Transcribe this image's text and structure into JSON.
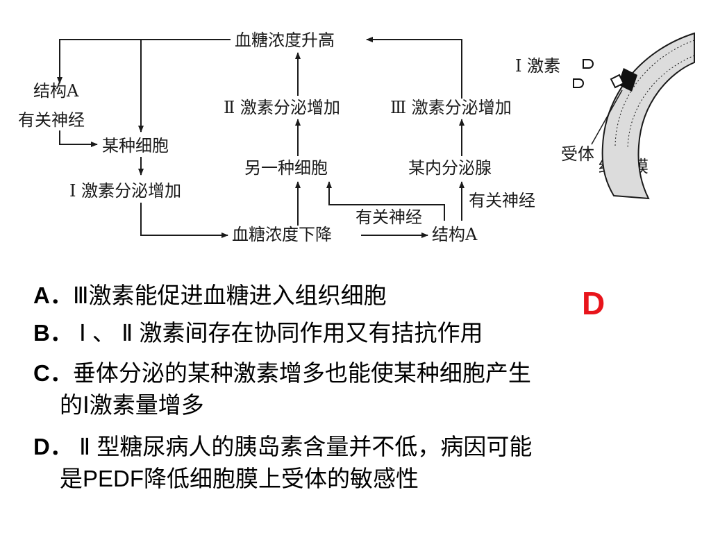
{
  "diagram": {
    "nodes": {
      "glucose_rise": "血糖浓度升高",
      "structureA_top": "结构A",
      "related_nerve_left": "有关神经",
      "some_cell": "某种细胞",
      "hormone1_secretion": "Ⅰ 激素分泌增加",
      "hormone2_secretion": "Ⅱ 激素分泌增加",
      "hormone3_secretion": "Ⅲ 激素分泌增加",
      "another_cell": "另一种细胞",
      "endocrine_gland": "某内分泌腺",
      "related_nerve_right": "有关神经",
      "related_nerve_bottom": "有关神经",
      "glucose_fall": "血糖浓度下降",
      "structureA_bottom": "结构A"
    },
    "membrane": {
      "hormone1_label": "Ⅰ 激素",
      "receptor_label": "受体",
      "membrane_label": "细胞膜"
    }
  },
  "questions": [
    {
      "letter": "A．",
      "lines": [
        "Ⅲ激素能促进血糖进入组织细胞"
      ]
    },
    {
      "letter": "B．",
      "lines": [
        " Ⅰ 、 Ⅱ 激素间存在协同作用又有拮抗作用"
      ]
    },
    {
      "letter": "C．",
      "lines": [
        "垂体分泌的某种激素增多也能使某种细胞产生",
        "的Ⅰ激素量增多"
      ]
    },
    {
      "letter": "D．",
      "lines": [
        " Ⅱ 型糖尿病人的胰岛素含量并不低，病因可能",
        "是PEDF降低细胞膜上受体的敏感性"
      ]
    }
  ],
  "answer": "D",
  "colors": {
    "answer": "#e8141b",
    "line": "#1a1a1a",
    "text": "#000000"
  }
}
